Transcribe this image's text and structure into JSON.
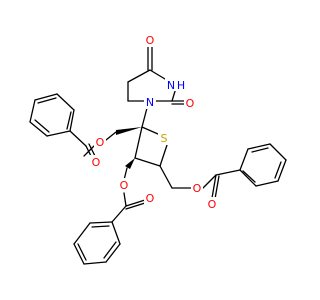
{
  "diagram": {
    "type": "chemical-structure",
    "colors": {
      "bond": "#000000",
      "oxygen": "#ff0000",
      "nitrogen": "#0000ff",
      "sulfur": "#c8a000",
      "background": "#ffffff"
    },
    "atom_labels": {
      "o_uracil_top": "O",
      "nh": "H",
      "n_nh": "N",
      "o_uracil_right": "O",
      "n_ring": "N",
      "s_thio": "S",
      "o_ester_2": "O",
      "o_carbonyl_2": "O",
      "o_ester_3": "O",
      "o_carbonyl_3": "O",
      "o_ester_5": "O",
      "o_carbonyl_5": "O"
    }
  }
}
